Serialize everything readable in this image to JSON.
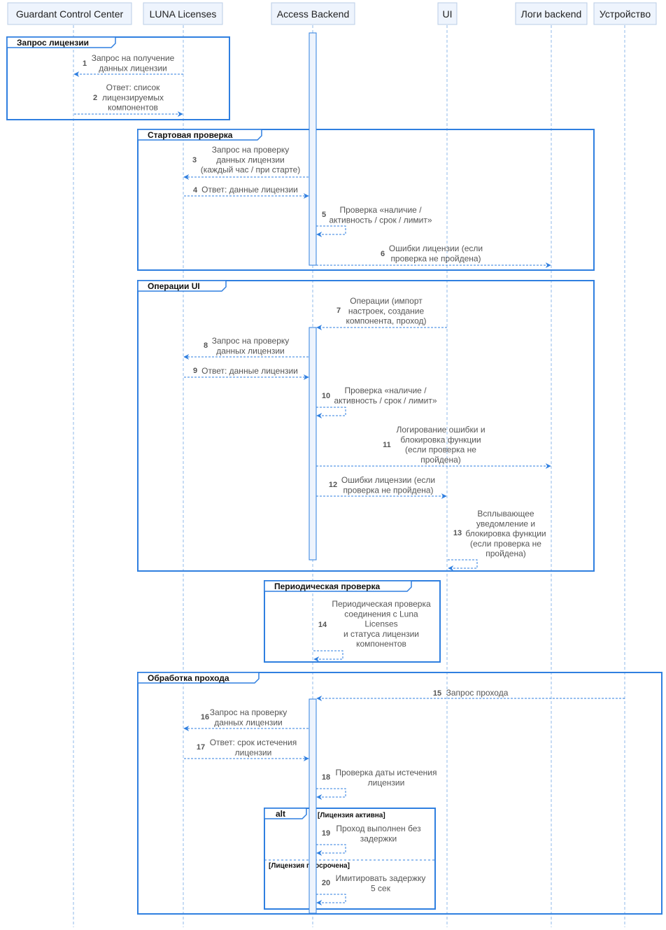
{
  "participants": [
    {
      "id": "gcc",
      "label": "Guardant Control Center"
    },
    {
      "id": "luna",
      "label": "LUNA Licenses"
    },
    {
      "id": "ab",
      "label": "Access Backend"
    },
    {
      "id": "ui",
      "label": "UI"
    },
    {
      "id": "logs",
      "label": "Логи backend"
    },
    {
      "id": "dev",
      "label": "Устройство"
    }
  ],
  "frames": [
    {
      "id": "f1",
      "label": "Запрос лицензии"
    },
    {
      "id": "f2",
      "label": "Стартовая проверка"
    },
    {
      "id": "f3",
      "label": "Операции UI"
    },
    {
      "id": "f4",
      "label": "Периодическая проверка"
    },
    {
      "id": "f5",
      "label": "Обработка прохода"
    },
    {
      "id": "f6",
      "label": "alt",
      "condition": "[Лицензия активна]",
      "else_condition": "[Лицензия просрочена]"
    }
  ],
  "messages": [
    {
      "n": "1",
      "from": "luna",
      "to": "gcc",
      "lines": [
        "Запрос на получение",
        "данных лицензии"
      ]
    },
    {
      "n": "2",
      "from": "gcc",
      "to": "luna",
      "lines": [
        "Ответ: список",
        "лицензируемых",
        "компонентов"
      ]
    },
    {
      "n": "3",
      "from": "ab",
      "to": "luna",
      "lines": [
        "Запрос на проверку",
        "данных лицензии",
        "(каждый час / при старте)"
      ]
    },
    {
      "n": "4",
      "from": "luna",
      "to": "ab",
      "lines": [
        "Ответ: данные лицензии"
      ]
    },
    {
      "n": "5",
      "from": "ab",
      "to": "ab",
      "lines": [
        "Проверка «наличие /",
        "активность / срок / лимит»"
      ]
    },
    {
      "n": "6",
      "from": "ab",
      "to": "logs",
      "lines": [
        "Ошибки лицензии (если",
        "проверка не пройдена)"
      ]
    },
    {
      "n": "7",
      "from": "ui",
      "to": "ab",
      "lines": [
        "Операции (импорт",
        "настроек, создание",
        "компонента, проход)"
      ]
    },
    {
      "n": "8",
      "from": "ab",
      "to": "luna",
      "lines": [
        "Запрос на проверку",
        "данных лицензии"
      ]
    },
    {
      "n": "9",
      "from": "luna",
      "to": "ab",
      "lines": [
        "Ответ: данные лицензии"
      ]
    },
    {
      "n": "10",
      "from": "ab",
      "to": "ab",
      "lines": [
        "Проверка «наличие /",
        "активность / срок / лимит»"
      ]
    },
    {
      "n": "11",
      "from": "ab",
      "to": "logs",
      "lines": [
        "Логирование ошибки и",
        "блокировка функции",
        "(если проверка не",
        "пройдена)"
      ]
    },
    {
      "n": "12",
      "from": "ab",
      "to": "ui",
      "lines": [
        "Ошибки лицензии (если",
        "проверка не пройдена)"
      ]
    },
    {
      "n": "13",
      "from": "ui",
      "to": "ui",
      "lines": [
        "Всплывающее",
        "уведомление и",
        "блокировка функции",
        "(если проверка не",
        "пройдена)"
      ]
    },
    {
      "n": "14",
      "from": "ab",
      "to": "ab",
      "lines": [
        "Периодическая проверка",
        "соединения с Luna",
        "Licenses",
        "и статуса лицензии",
        "компонентов"
      ]
    },
    {
      "n": "15",
      "from": "dev",
      "to": "ab",
      "lines": [
        "Запрос прохода"
      ]
    },
    {
      "n": "16",
      "from": "ab",
      "to": "luna",
      "lines": [
        "Запрос на проверку",
        "данных лицензии"
      ]
    },
    {
      "n": "17",
      "from": "luna",
      "to": "ab",
      "lines": [
        "Ответ: срок истечения",
        "лицензии"
      ]
    },
    {
      "n": "18",
      "from": "ab",
      "to": "ab",
      "lines": [
        "Проверка даты истечения",
        "лицензии"
      ]
    },
    {
      "n": "19",
      "from": "ab",
      "to": "ab",
      "lines": [
        "Проход выполнен без",
        "задержки"
      ]
    },
    {
      "n": "20",
      "from": "ab",
      "to": "ab",
      "lines": [
        "Имитировать задержку",
        "5 сек"
      ]
    }
  ],
  "colors": {
    "frame": "#2f7fe0",
    "arrow": "#2f7fe0",
    "participant_fill": "#eef4fd",
    "participant_stroke": "#b9cde6",
    "lifeline": "#8fb8e8",
    "activation_fill": "#eef4fd"
  }
}
